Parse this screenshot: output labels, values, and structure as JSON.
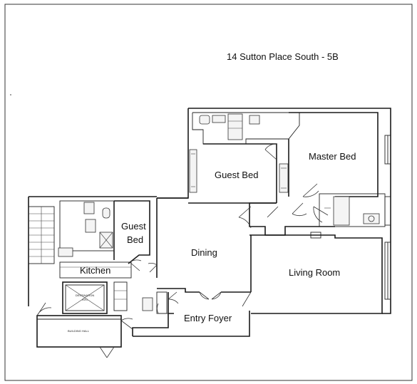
{
  "title": "14 Sutton Place South - 5B",
  "rooms": {
    "master_bed": "Master Bed",
    "guest_bed_upper": "Guest Bed",
    "guest_bed_left_line1": "Guest",
    "guest_bed_left_line2": "Bed",
    "dining": "Dining",
    "kitchen": "Kitchen",
    "living_room": "Living Room",
    "entry_foyer": "Entry Foyer"
  },
  "small_labels": {
    "building_hall": "BUILDING HALL",
    "elevator_line1": "DESTINATION",
    "elevator_line2": "SVC"
  }
}
